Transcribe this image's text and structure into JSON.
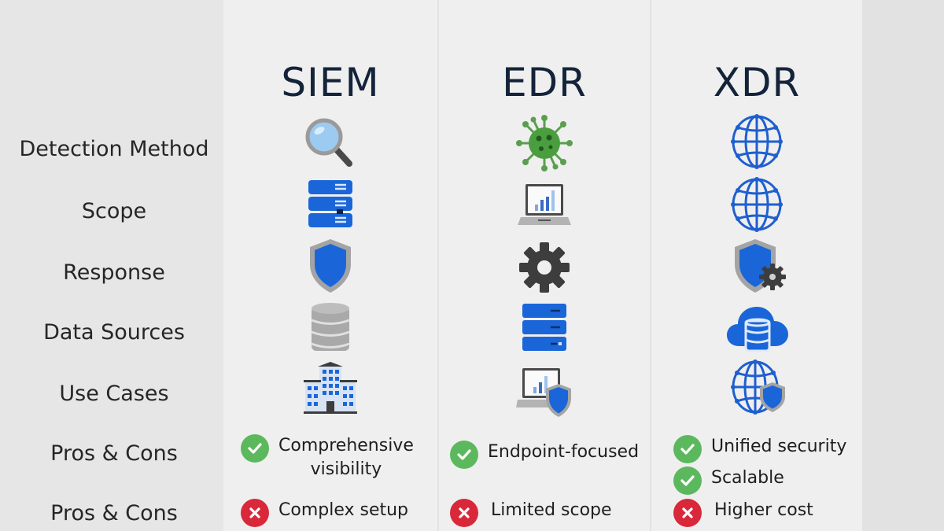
{
  "colors": {
    "title": "#14233a",
    "label": "#262626",
    "primary_blue": "#1a66d9",
    "pro_green": "#5cb85c",
    "con_red": "#d9283a",
    "gear_gray": "#3d3d3d",
    "virus_green": "#4a9e3f"
  },
  "columns": [
    {
      "id": "siem",
      "title": "SIEM"
    },
    {
      "id": "edr",
      "title": "EDR"
    },
    {
      "id": "xdr",
      "title": "XDR"
    }
  ],
  "rows": [
    {
      "label": "Detection Method",
      "icons": [
        "magnifying-glass-icon",
        "virus-icon",
        "globe-network-icon"
      ]
    },
    {
      "label": "Scope",
      "icons": [
        "server-rack-icon",
        "laptop-chart-icon",
        "globe-network-icon"
      ]
    },
    {
      "label": "Response",
      "icons": [
        "shield-icon",
        "gear-icon",
        "shield-gear-icon"
      ]
    },
    {
      "label": "Data Sources",
      "icons": [
        "database-icon",
        "server-stack-icon",
        "cloud-database-icon"
      ]
    },
    {
      "label": "Use Cases",
      "icons": [
        "office-building-icon",
        "laptop-shield-icon",
        "globe-shield-icon"
      ]
    },
    {
      "label": "Pros & Cons"
    },
    {
      "label": "Pros & Cons"
    }
  ],
  "pros": {
    "siem": [
      "Comprehensive visibility"
    ],
    "edr": [
      "Endpoint-focused"
    ],
    "xdr": [
      "Unified security",
      "Scalable"
    ]
  },
  "cons": {
    "siem": [
      "Complex setup"
    ],
    "edr": [
      "Limited scope"
    ],
    "xdr": [
      "Higher cost"
    ]
  },
  "pros_display": {
    "siem_line1": "Comprehensive",
    "siem_line2": "visibility"
  }
}
